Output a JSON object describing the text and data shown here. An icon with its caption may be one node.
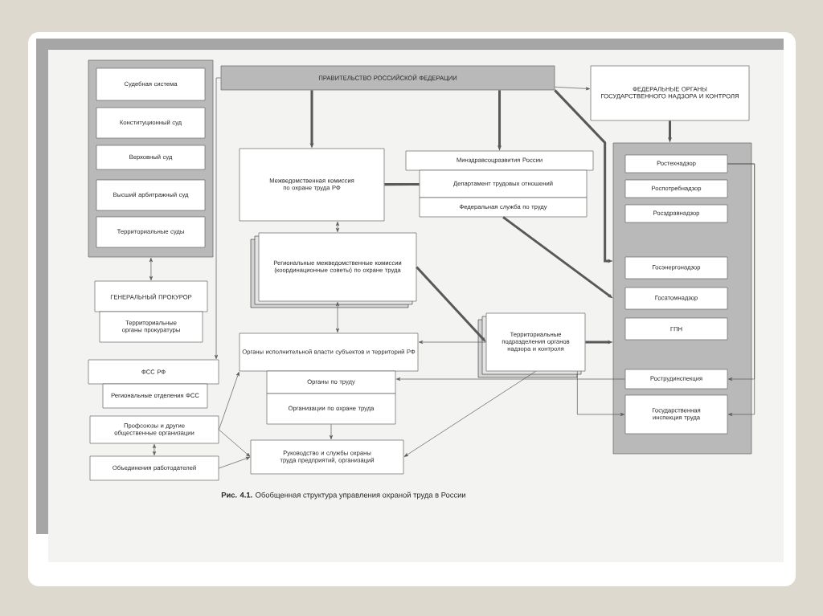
{
  "diagram": {
    "caption": "**Рис. 4.1.** Обобщенная структура управления охраной труда в России",
    "nodes": [
      {
        "text": [],
        "shape": "box"
      },
      {
        "text": [
          "Судебная система"
        ],
        "in": 0
      },
      {
        "text": [
          "Конституционный суд"
        ],
        "in": 0
      },
      {
        "text": [
          "Верховный суд"
        ],
        "in": 0
      },
      {
        "text": [
          "Высший арбитражный суд"
        ],
        "in": 0
      },
      {
        "text": [
          "Территориальные суды"
        ],
        "in": 0
      },
      {
        "text": [
          "ГЕНЕРАЛЬНЫЙ ПРОКУРОР"
        ]
      },
      {
        "text": [
          "Территориальные органы прокуратуры"
        ]
      },
      {
        "text": [
          "ФСС РФ"
        ]
      },
      {
        "text": [
          "Региональные отделения ФСС"
        ]
      },
      {
        "text": [
          "Профсоюзы и другие общественные организации"
        ]
      },
      {
        "text": [
          "Объединения работодателей"
        ]
      },
      {
        "text": [
          "ПРАВИТЕЛЬСТВО РОССИЙСКОЙ ФЕДЕРАЦИИ"
        ]
      },
      {
        "text": [
          "Межведомственная комиссия по охране труда РФ"
        ]
      },
      {
        "text": [
          "Минздравсоцразвития России"
        ]
      },
      {
        "text": [
          "Департамент трудовых отношений"
        ]
      },
      {
        "text": [
          "Федеральная служба по труду"
        ]
      },
      {
        "text": [
          "Региональные межведомственные комиссии (координационные советы) по охране труда"
        ]
      },
      {
        "text": [
          "Органы исполнительной власти субъектов и территорий РФ"
        ]
      },
      {
        "text": [
          "Органы по труду"
        ]
      },
      {
        "text": [
          "Организации по охране труда"
        ]
      },
      {
        "text": [
          "Руководство и службы охраны труда предприятий, организаций"
        ]
      },
      {
        "text": [
          "Территориальные подразделения органов надзора и контроля"
        ]
      },
      {
        "text": [
          "ФЕДЕРАЛЬНЫЕ ОРГАНЫ ГОСУДАРСТВЕННОГО НАДЗОРА И КОНТРОЛЯ"
        ]
      },
      {
        "text": [],
        "shape": "box"
      },
      {
        "text": [
          "Ростехнадзор"
        ],
        "in": 24
      },
      {
        "text": [
          "Роспотребнадзор"
        ],
        "in": 24
      },
      {
        "text": [
          "Росздравнадзор"
        ],
        "in": 24
      },
      {
        "text": [
          "Госэнергонадзор"
        ],
        "in": 24
      },
      {
        "text": [
          "Госатомнадзор"
        ],
        "in": 24
      },
      {
        "text": [
          "ГПН"
        ],
        "in": 24
      },
      {
        "text": [
          "Рострудинспекция"
        ],
        "in": 24
      },
      {
        "text": [
          "Государственная инспекция труда"
        ],
        "in": 24
      }
    ],
    "edges": [
      {
        "from": 12,
        "to": 23,
        "arrow": "to"
      },
      {
        "from": 12,
        "to": 13,
        "arrow": "to",
        "style": "thick"
      },
      {
        "from": 12,
        "to": 14,
        "arrow": "to",
        "style": "thick"
      },
      {
        "from": 12,
        "to": 24,
        "arrow": "to",
        "style": "thick"
      },
      {
        "from": 23,
        "to": 24,
        "arrow": "to",
        "style": "thick"
      },
      {
        "from": 0,
        "to": 6,
        "arrow": "both"
      },
      {
        "from": 12,
        "to": 8,
        "arrow": "to"
      },
      {
        "from": 10,
        "to": 11,
        "arrow": "both"
      },
      {
        "from": 10,
        "to": 18,
        "arrow": "to"
      },
      {
        "from": 10,
        "to": 21,
        "arrow": "to"
      },
      {
        "from": 11,
        "to": 21,
        "arrow": "to"
      },
      {
        "from": 13,
        "to": 17,
        "arrow": "both"
      },
      {
        "from": 17,
        "to": 18,
        "arrow": "both"
      },
      {
        "from": 20,
        "to": 21,
        "arrow": "to"
      },
      {
        "from": 22,
        "to": 18,
        "arrow": "to"
      },
      {
        "from": 22,
        "to": 21,
        "arrow": "to"
      },
      {
        "from": 17,
        "to": 22,
        "arrow": "to",
        "style": "thick"
      },
      {
        "from": 16,
        "to": 24,
        "arrow": "to",
        "style": "thick"
      },
      {
        "from": 13,
        "to": 15,
        "arrow": "none",
        "style": "thick"
      },
      {
        "from": 31,
        "to": 19,
        "arrow": "to"
      },
      {
        "from": 22,
        "to": 32,
        "arrow": "to"
      },
      {
        "from": 22,
        "to": 24,
        "arrow": "to",
        "style": "thick"
      },
      {
        "from": 25,
        "to": 31,
        "arrow": "to"
      },
      {
        "from": 25,
        "to": 32,
        "arrow": "to"
      }
    ]
  }
}
